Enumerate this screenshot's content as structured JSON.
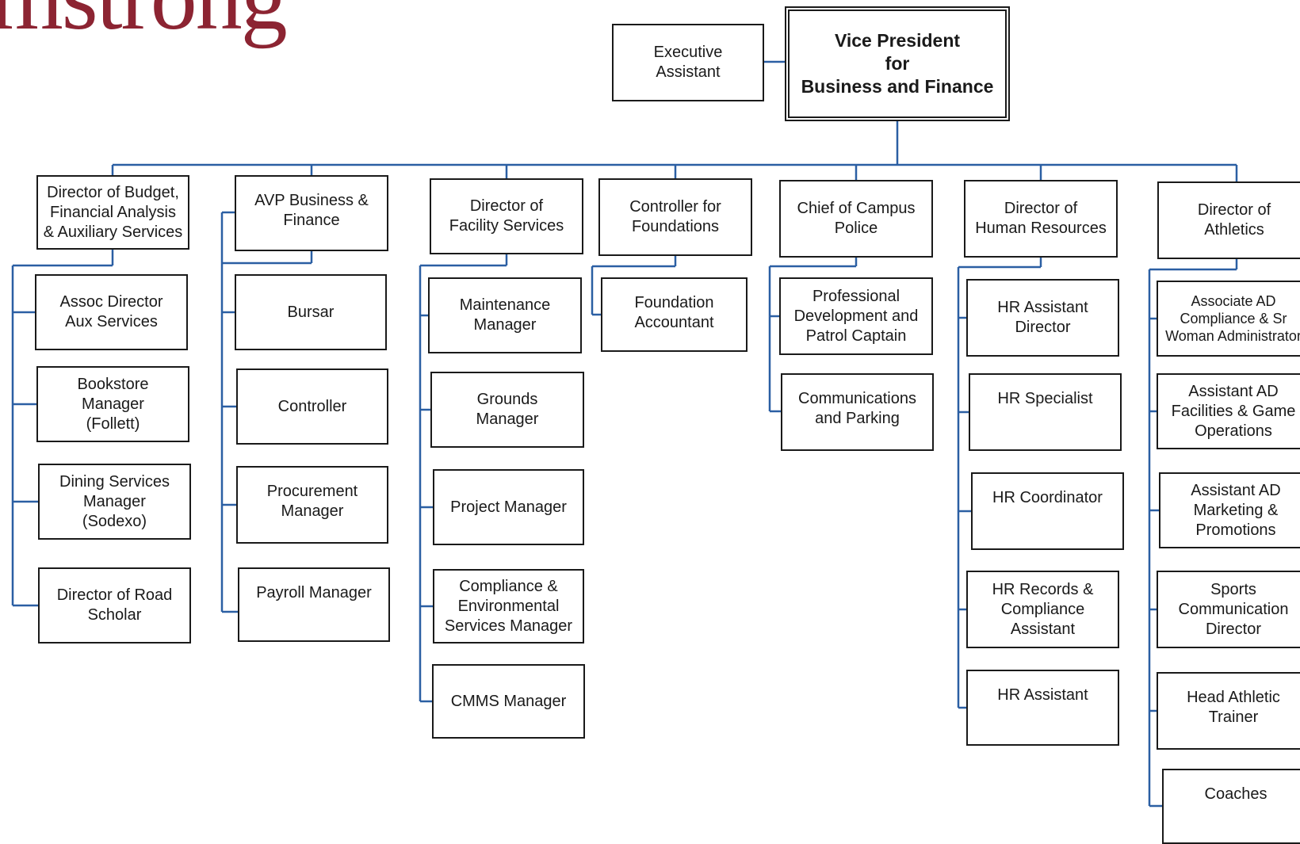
{
  "logo": {
    "text": "mstrong",
    "color": "#8c2432"
  },
  "connector_color": "#2b5fa3",
  "root": {
    "label": "Vice President\nfor\nBusiness and Finance"
  },
  "executive_assistant": {
    "label": "Executive\nAssistant"
  },
  "departments": [
    {
      "head": "Director of Budget,\nFinancial Analysis\n& Auxiliary Services",
      "reports": [
        "Assoc Director\nAux Services",
        "Bookstore\nManager\n(Follett)",
        "Dining Services\nManager\n(Sodexo)",
        "Director of Road\nScholar"
      ]
    },
    {
      "head": "AVP Business &\nFinance",
      "reports": [
        "Bursar",
        "Controller",
        "Procurement\nManager",
        "Payroll Manager"
      ]
    },
    {
      "head": "Director of\nFacility Services",
      "reports": [
        "Maintenance\nManager",
        "Grounds\nManager",
        "Project Manager",
        "Compliance &\nEnvironmental\nServices Manager",
        "CMMS Manager"
      ]
    },
    {
      "head": "Controller for\nFoundations",
      "reports": [
        "Foundation\nAccountant"
      ]
    },
    {
      "head": "Chief of Campus\nPolice",
      "reports": [
        "Professional\nDevelopment and\nPatrol Captain",
        "Communications\nand Parking"
      ]
    },
    {
      "head": "Director of\nHuman Resources",
      "reports": [
        "HR Assistant\nDirector",
        "HR Specialist",
        "HR Coordinator",
        "HR Records &\nCompliance\nAssistant",
        "HR Assistant"
      ]
    },
    {
      "head": "Director of\nAthletics",
      "reports": [
        "Associate AD\nCompliance & Sr\nWoman Administrator",
        "Assistant AD\nFacilities & Game\nOperations",
        "Assistant AD\nMarketing &\nPromotions",
        "Sports\nCommunication\nDirector",
        "Head Athletic\nTrainer",
        "Coaches"
      ]
    }
  ]
}
